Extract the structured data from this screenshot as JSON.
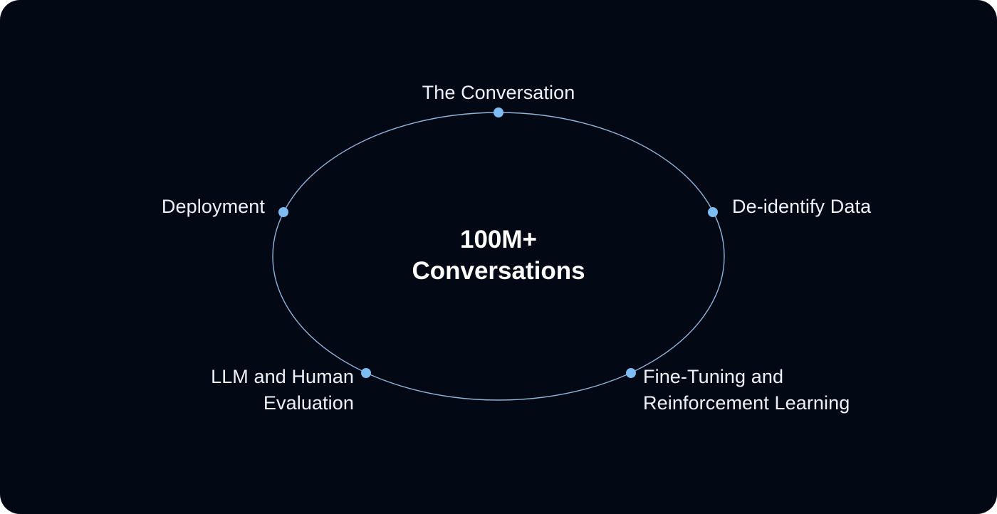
{
  "diagram": {
    "center": {
      "line1": "100M+",
      "line2": "Conversations"
    },
    "stages": [
      {
        "lines": [
          "The Conversation"
        ]
      },
      {
        "lines": [
          "De-identify Data"
        ]
      },
      {
        "lines": [
          "Fine-Tuning and",
          "Reinforcement Learning"
        ]
      },
      {
        "lines": [
          "LLM and Human",
          "Evaluation"
        ]
      },
      {
        "lines": [
          "Deployment"
        ]
      }
    ]
  },
  "colors": {
    "background": "#030914",
    "ring": "#8fb3da",
    "node": "#7ebcf4",
    "text": "#eef2f8"
  }
}
